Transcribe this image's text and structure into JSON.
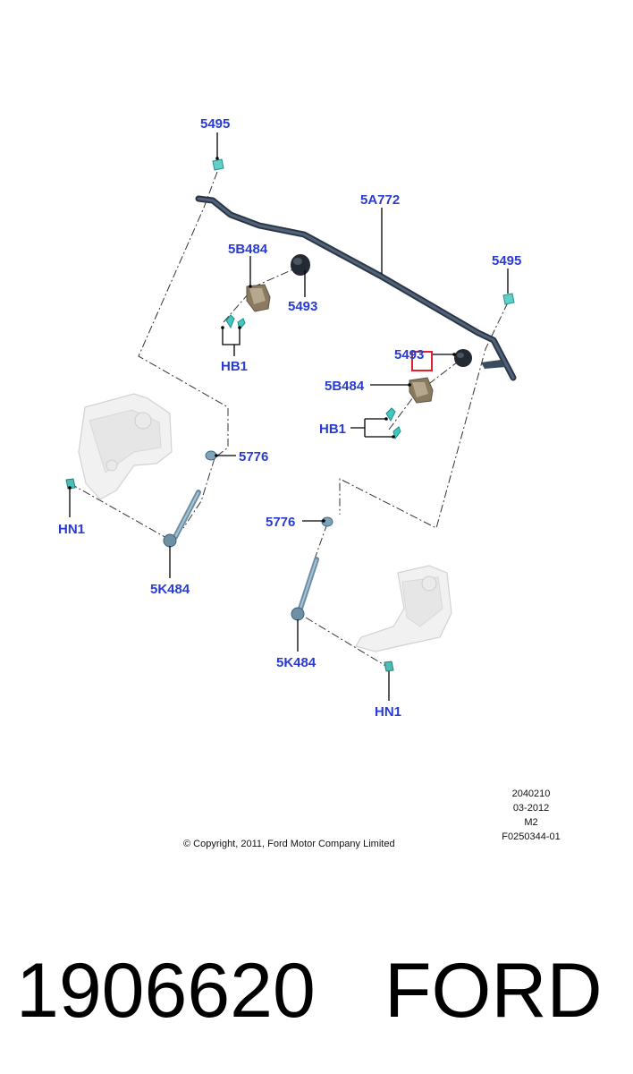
{
  "callouts": {
    "c5495_left": "5495",
    "c5495_right": "5495",
    "c5a772": "5A772",
    "c5b484_upper": "5B484",
    "c5493_upper": "5493",
    "c5493_lower": "5493",
    "chb1_upper": "HB1",
    "c5b484_lower": "5B484",
    "chb1_lower": "HB1",
    "c5776_left": "5776",
    "c5776_right": "5776",
    "chn1_left": "HN1",
    "chn1_right": "HN1",
    "c5k484_left": "5K484",
    "c5k484_right": "5K484"
  },
  "copyright": "© Copyright, 2011, Ford Motor Company Limited",
  "drawing_info": {
    "line1": "2040210",
    "line2": "03-2012",
    "line3": "M2",
    "line4": "F0250344-01"
  },
  "part_number": "1906620",
  "brand": "FORD",
  "colors": {
    "callout_text": "#2a3bd1",
    "bar": "#3b4a5c",
    "bushing": "#232a33",
    "bracket": "#8a7a62",
    "bolt": "#3fc7c0",
    "link": "#7fa3b8",
    "highlight_box": "#e0202a"
  }
}
